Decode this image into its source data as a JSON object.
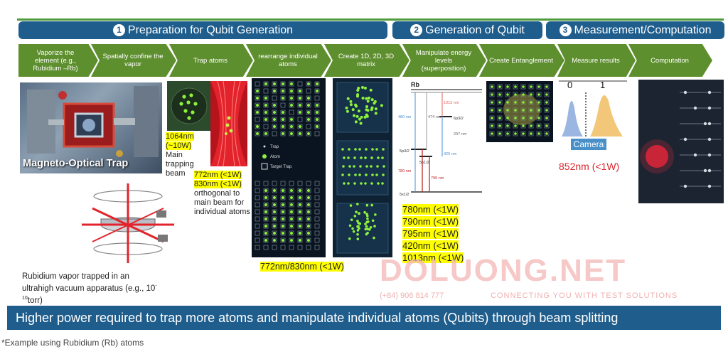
{
  "stages": [
    {
      "num": "1",
      "label": "Preparation for Qubit Generation"
    },
    {
      "num": "2",
      "label": "Generation of Qubit"
    },
    {
      "num": "3",
      "label": "Measurement/Computation"
    }
  ],
  "steps": [
    "Vaporize the element (e.g., Rubidium –Rb)",
    "Spatially confine the vapor",
    "Trap atoms",
    "rearrange individual atoms",
    "Create 1D, 2D, 3D matrix",
    "Manipulate energy levels (superposition)",
    "Create Entanglement",
    "Measure results",
    "Computation"
  ],
  "mot_label": "Magneto-Optical Trap",
  "vapor_caption": "Rubidium vapor trapped in an ultrahigh vacuum apparatus (e.g., 10",
  "vapor_caption_sup": "-10",
  "vapor_caption_end": "torr)",
  "trap_beam": {
    "wavelength": "1064nm",
    "power": "(~10W)",
    "label": "Main trapping beam"
  },
  "ortho_beam": {
    "line1": "772nm (<1W)",
    "line2": "830nm (<1W)",
    "label": "orthogonal to main beam for individual atoms"
  },
  "legend": {
    "trap": "Trap",
    "atom": "Atom",
    "target": "Target Trap"
  },
  "rearrange_beam": "772nm/830nm (<1W)",
  "energy": {
    "ground_label": "Rb",
    "levels": [
      "5s1/2",
      "5p3/2",
      "5p1/2",
      "6p3/2"
    ],
    "transitions": [
      "480 nm",
      "474 nm",
      "1013 nm",
      "297 nm",
      "420 nm",
      "780 nm",
      "795 nm"
    ]
  },
  "manip_beams": [
    "780nm (<1W)",
    "790nm (<1W)",
    "795nm (<1W)",
    "420nm (<1W)",
    "1013nm (<1W)"
  ],
  "measure": {
    "zero": "0",
    "one": "1",
    "camera": "Camera",
    "beam": "852nm (<1W)"
  },
  "watermark": {
    "brand": "DOLUONG.NET",
    "phone": "(+84) 906 814 777",
    "slogan": "CONNECTING YOU WITH TEST SOLUTIONS"
  },
  "banner": "Higher power required to trap more atoms and manipulate individual atoms (Qubits) through beam splitting",
  "footnote": "*Example using Rubidium (Rb) atoms",
  "colors": {
    "stage": "#1f5d8c",
    "step": "#5e8f2e",
    "highlight": "#ffff00",
    "beam_red": "#e3232c"
  }
}
